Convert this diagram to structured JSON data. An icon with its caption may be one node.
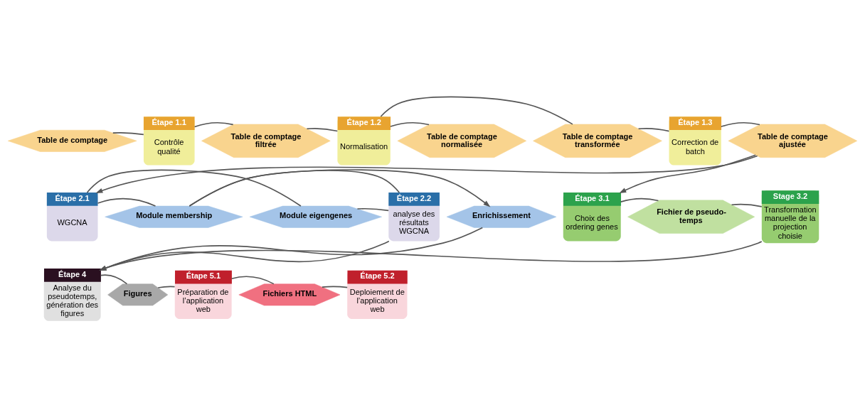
{
  "diagram": {
    "nodes": [
      {
        "text": [
          "Table de comptage"
        ]
      },
      {
        "text": [
          "Étape 1.1",
          "Contrôle qualité"
        ]
      },
      {
        "text": [
          "Table de comptage filtrée"
        ]
      },
      {
        "text": [
          "Étape 1.2",
          "Normalisation"
        ]
      },
      {
        "text": [
          "Table de comptage normalisée"
        ]
      },
      {
        "text": [
          "Table de comptage transformée"
        ]
      },
      {
        "text": [
          "Étape 1.3",
          "Correction de batch"
        ]
      },
      {
        "text": [
          "Table de comptage ajustée"
        ]
      },
      {
        "text": [
          "Étape 2.1",
          "WGCNA"
        ]
      },
      {
        "text": [
          "Module membership"
        ]
      },
      {
        "text": [
          "Module eigengenes"
        ]
      },
      {
        "text": [
          "Étape 2.2",
          "analyse des résultats WGCNA"
        ]
      },
      {
        "text": [
          "Enrichissement"
        ]
      },
      {
        "text": [
          "Étape 3.1",
          "Choix des ordering genes"
        ]
      },
      {
        "text": [
          "Fichier de pseudo-temps"
        ]
      },
      {
        "text": [
          "Stage 3.2",
          "Transformation manuelle de la projection choisie"
        ]
      },
      {
        "text": [
          "Étape 4",
          "Analyse du pseudotemps, génération des figures"
        ]
      },
      {
        "text": [
          "Figures"
        ]
      },
      {
        "text": [
          "Étape 5.1",
          "Préparation de l’application web"
        ]
      },
      {
        "text": [
          "Fichiers HTML"
        ]
      },
      {
        "text": [
          "Étape 5.2",
          "Deploiement de l’application web"
        ]
      }
    ],
    "edges": [
      {
        "from": 0,
        "to": 1,
        "arrow": "none"
      },
      {
        "from": 1,
        "to": 2,
        "arrow": "none"
      },
      {
        "from": 2,
        "to": 3,
        "arrow": "none"
      },
      {
        "from": 3,
        "to": 4,
        "arrow": "none"
      },
      {
        "from": 3,
        "to": 5,
        "arrow": "none"
      },
      {
        "from": 5,
        "to": 6,
        "arrow": "none"
      },
      {
        "from": 6,
        "to": 7,
        "arrow": "none"
      },
      {
        "from": 7,
        "to": 8,
        "arrow": "to"
      },
      {
        "from": 7,
        "to": 13,
        "arrow": "to"
      },
      {
        "from": 8,
        "to": 9,
        "arrow": "none"
      },
      {
        "from": 8,
        "to": 10,
        "arrow": "none"
      },
      {
        "from": 9,
        "to": 11,
        "arrow": "none"
      },
      {
        "from": 10,
        "to": 11,
        "arrow": "none"
      },
      {
        "from": 9,
        "to": 12,
        "arrow": "to"
      },
      {
        "from": 13,
        "to": 14,
        "arrow": "none"
      },
      {
        "from": 14,
        "to": 15,
        "arrow": "none"
      },
      {
        "from": 11,
        "to": 16,
        "arrow": "to"
      },
      {
        "from": 12,
        "to": 16,
        "arrow": "to"
      },
      {
        "from": 15,
        "to": 16,
        "arrow": "to"
      },
      {
        "from": 16,
        "to": 17,
        "arrow": "none"
      },
      {
        "from": 17,
        "to": 18,
        "arrow": "none"
      },
      {
        "from": 18,
        "to": 19,
        "arrow": "none"
      },
      {
        "from": 19,
        "to": 20,
        "arrow": "none"
      }
    ]
  }
}
